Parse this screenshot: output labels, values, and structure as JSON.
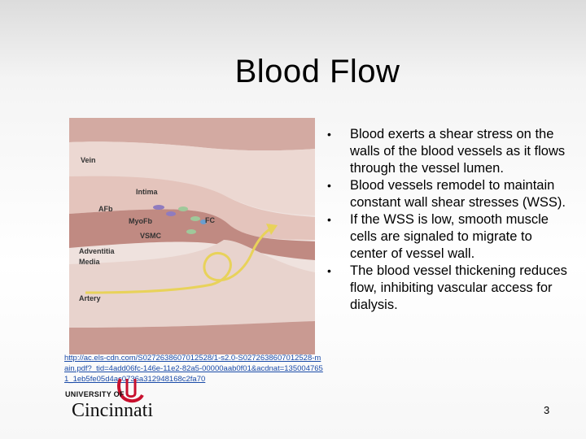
{
  "slide": {
    "title": "Blood Flow",
    "page_number": "3"
  },
  "illustration": {
    "labels": {
      "vein": "Vein",
      "intima": "Intima",
      "afb": "AFb",
      "myofb": "MyoFb",
      "fc": "FC",
      "vsmc": "VSMC",
      "adventitia": "Adventitia",
      "media": "Media",
      "artery": "Artery"
    },
    "colors": {
      "vessel_wall": "#c99a92",
      "lumen": "#e9d6d0",
      "flow_arrow": "#e8d25a"
    }
  },
  "bullets": [
    "Blood exerts a shear stress on the walls of the blood vessels as it flows through the vessel lumen.",
    "Blood vessels remodel to maintain constant wall shear stresses (WSS).",
    "If the WSS is low, smooth muscle cells are signaled to migrate to center of vessel wall.",
    "The blood vessel thickening reduces flow, inhibiting vascular access for dialysis."
  ],
  "bullet_marker": "•",
  "source_link": "http://ac.els-cdn.com/S0272638607012528/1-s2.0-S0272638607012528-main.pdf?_tid=4add06fc-146e-11e2-82a5-00000aab0f01&acdnat=1350047651_1eb5fe05d4ac0736a312948168c2fa70",
  "logo": {
    "university_text": "UNIVERSITY OF",
    "city_text": "Cincinnati",
    "accent_color": "#c8102e"
  }
}
